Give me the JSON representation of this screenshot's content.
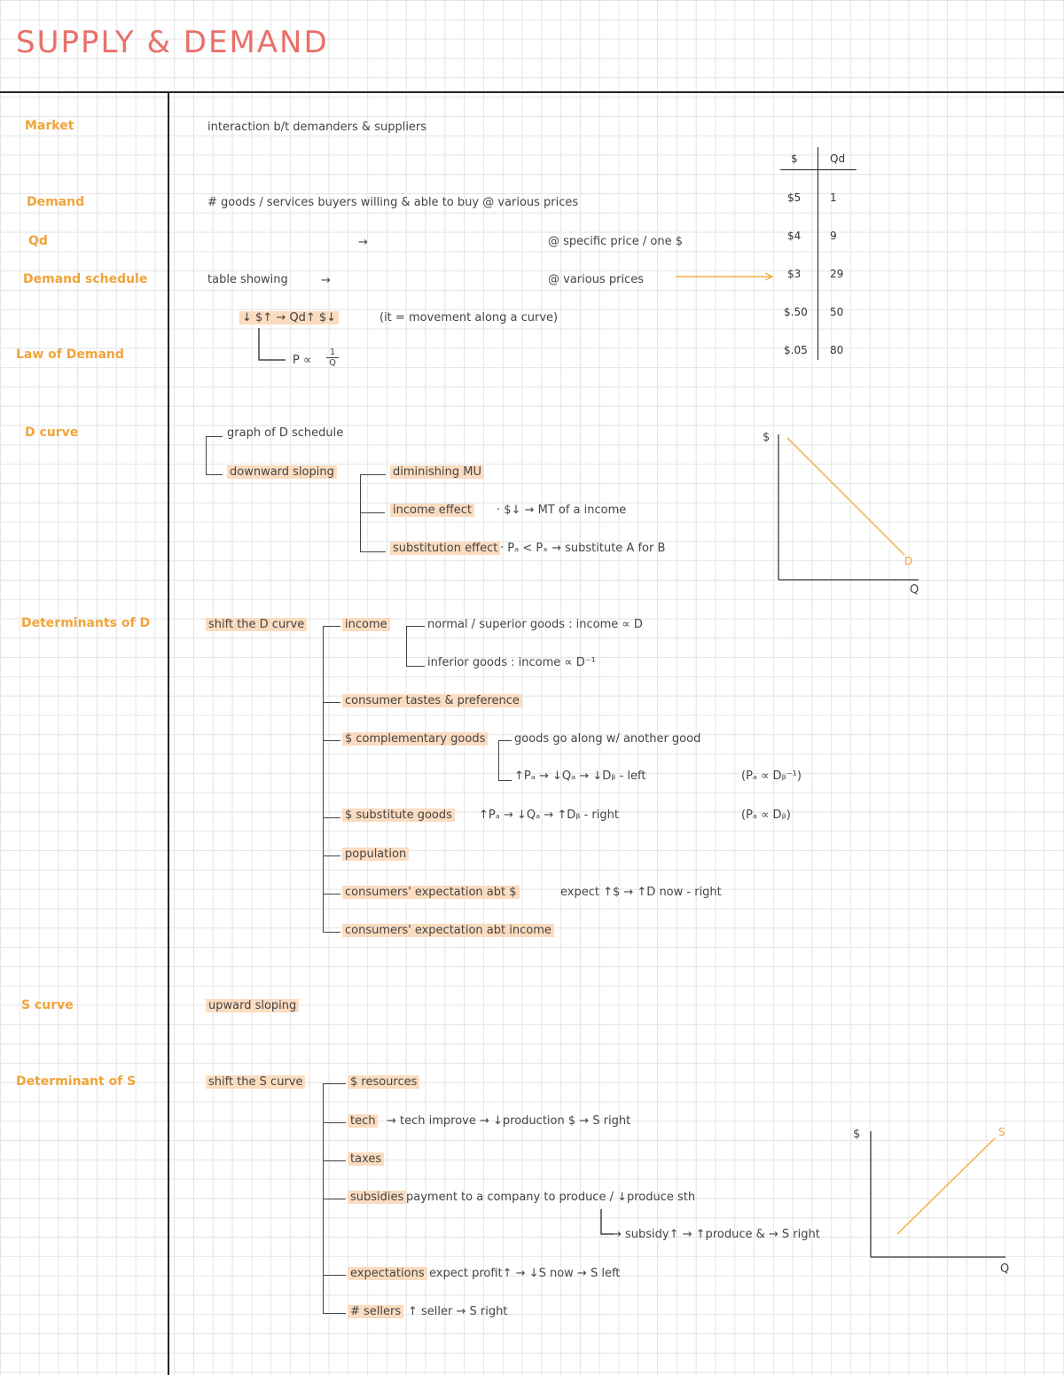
{
  "title": "SUPPLY & DEMAND",
  "terms": {
    "market": "Market",
    "demand": "Demand",
    "qd": "Qd",
    "demand_schedule": "Demand schedule",
    "law_of_demand": "Law of Demand",
    "d_curve": "D curve",
    "determinants_d": "Determinants of D",
    "s_curve": "S curve",
    "determinant_s": "Determinant of S"
  },
  "notes": {
    "market": "interaction b/t demanders & suppliers",
    "demand": "# goods / services buyers willing & able to buy @ various prices",
    "qd_arrow": "→",
    "qd_at": "@ specific price / one $",
    "schedule_left": "table showing",
    "schedule_arrow": "→",
    "schedule_at": "@ various prices",
    "law_hl": "↓ $↑ → Qd↑ $↓",
    "law_paren": "(it = movement along a curve)",
    "law_formula_p": "P ∝",
    "law_formula_num": "1",
    "law_formula_den": "Q",
    "graph": "graph of D schedule",
    "downward": "downward sloping",
    "dmu": "diminishing MU",
    "income_effect": "income effect",
    "income_text": "· $↓ → MT of a income",
    "subst_effect": "substitution effect",
    "subst_text": "· Pₐ < Pₓ → substitute A for B",
    "shift_d": "shift the D curve",
    "income": "income",
    "normal_goods": "normal / superior goods : income ∝ D",
    "inferior_goods": "inferior goods : income ∝ D⁻¹",
    "tastes": "consumer tastes & preference",
    "complementary": "$ complementary goods",
    "comp_text": "goods go along w/ another good",
    "comp_formula": "↑Pₐ → ↓Qₐ → ↓Dᵦ - left",
    "comp_paren": "(Pₐ ∝ Dᵦ⁻¹)",
    "substitute": "$ substitute goods",
    "subst_formula": "↑Pₐ → ↓Qₐ → ↑Dᵦ - right",
    "subst_paren": "(Pₐ ∝ Dᵦ)",
    "population": "population",
    "expect_price": "consumers' expectation abt $",
    "expect_price_text": "expect ↑$ → ↑D now - right",
    "expect_income": "consumers' expectation abt income",
    "upward": "upward sloping",
    "shift_s": "shift the S curve",
    "resources": "$ resources",
    "tech": "tech",
    "tech_text": "→ tech improve → ↓production $ → S right",
    "taxes": "taxes",
    "subsidies": "subsidies",
    "subsidies_text": "payment to a company to produce / ↓produce sth",
    "subsidies_text2": "→ subsidy↑ → ↑produce & → S right",
    "expectations": "expectations",
    "expectations_text": "expect profit↑ → ↓S now → S left",
    "sellers": "# sellers",
    "sellers_text": "↑ seller → S right"
  },
  "schedule_table": {
    "headers": [
      "$",
      "Qd"
    ],
    "rows": [
      [
        "$5",
        "1"
      ],
      [
        "$4",
        "9"
      ],
      [
        "$3",
        "29"
      ],
      [
        "$.50",
        "50"
      ],
      [
        "$.05",
        "80"
      ]
    ]
  },
  "demand_graph": {
    "y_label": "$",
    "x_label": "Q",
    "curve_label": "D"
  },
  "supply_graph": {
    "y_label": "$",
    "x_label": "Q",
    "curve_label": "S"
  },
  "colors": {
    "title": "#e8706a",
    "term": "#f0a43a",
    "highlight": "#fbdcc0",
    "curve": "#f2b040"
  }
}
